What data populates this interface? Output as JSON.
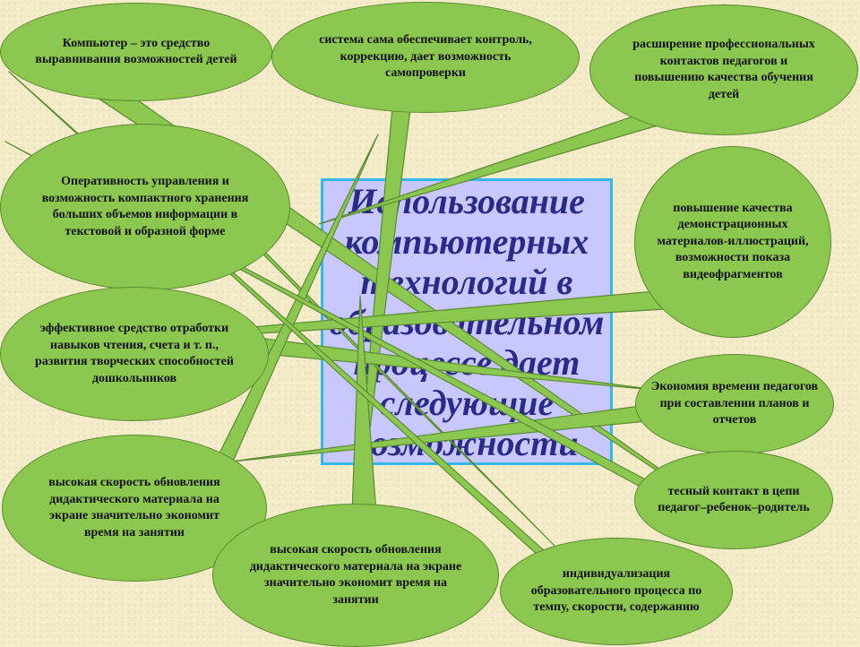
{
  "diagram": {
    "center_text": "Использование компьютерных технологий в образовательном процессе дает следующие возможности",
    "colors": {
      "bubble": "#8cc850",
      "bubble_border": "#5a8a33",
      "center_fill": "#c8c8ff",
      "center_border": "#33b8ee",
      "center_text": "#2a2a88",
      "background": "#f4ecc8"
    },
    "nodes": [
      {
        "id": "computer-equalizer",
        "text": "Компьютер – это средство выравнивания возможностей детей"
      },
      {
        "id": "self-check",
        "text": "система сама обеспечивает контроль, коррекцию, дает возможность самопроверки"
      },
      {
        "id": "professional-contacts",
        "text": "расширение профессиональных контактов педагогов и повышению качества обучения детей"
      },
      {
        "id": "compact-storage",
        "text": "Оперативность управления и возможность компактного хранения больших объемов информации в текстовой и образной форме"
      },
      {
        "id": "demo-quality",
        "text": "повышение качества демонстрационных материалов-иллюстраций, возможности показа видеофрагментов"
      },
      {
        "id": "skills-training",
        "text": "эффективное средство отработки навыков чтения, счета и т. п., развития творческих способностей дошкольников"
      },
      {
        "id": "time-saving",
        "text": "Экономия времени педагогов при составлении планов и отчетов"
      },
      {
        "id": "fast-update-left",
        "text": "высокая скорость обновления дидактического материала на экране значительно экономит время на занятии"
      },
      {
        "id": "close-contact",
        "text": "тесный контакт в цепи педагог–ребенок–родитель"
      },
      {
        "id": "fast-update-bottom",
        "text": "высокая скорость обновления дидактического материала на экране значительно экономит время на занятии"
      },
      {
        "id": "individualization",
        "text": "индивидуализация образовательного процесса по темпу, скорости, содержанию"
      }
    ]
  }
}
